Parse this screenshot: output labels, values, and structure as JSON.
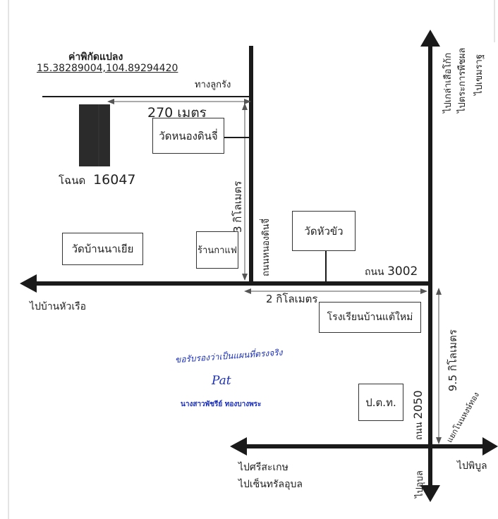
{
  "coords": {
    "label": "ค่าพิกัดแปลง",
    "value": "15.38289004,104.89294420"
  },
  "plot": {
    "label": "โฉนด 16047",
    "label_prefix": "โฉนด",
    "number": "16047"
  },
  "roads": {
    "top_road": "ทางลูกรัง",
    "vertical_road": "ถนนหนองดินจี่",
    "main_road": "ถนน 3002",
    "main_road_prefix": "ถนน",
    "main_road_number": "3002",
    "east_road": "ถนน 2050",
    "east_road_prefix": "ถนน",
    "east_road_number": "2050"
  },
  "distances": {
    "top": "270 เมตร",
    "vertical": "3 กิโลเมตร",
    "main": "2 กิโลเมตร",
    "east": "9.5 กิโลเมตร"
  },
  "places": {
    "wat_nong_din_chi": "วัดหนองดินจี่",
    "coffee_shop": "ร้านกาแฟ",
    "wat_ban_na_ya": "วัดบ้านนาเยีย",
    "wat_hua_khua": "วัดหัวขัว",
    "school": "โรงเรียนบ้านแต้ใหม่",
    "ptt": "ป.ต.ท."
  },
  "directions": {
    "north_1": "ไปเกล่าเสือโก้ก",
    "north_2": "ไปตระการพืชผล",
    "north_3": "ไปเขมราฐ",
    "west": "ไปบ้านหัวเรือ",
    "sw_1": "ไปศรีสะเกษ",
    "sw_2": "ไปเซ็นทรัลอุบล",
    "south": "ไปอุบล",
    "east": "ไปพิบูล",
    "junction": "แยกโนนหงษ์ทอง"
  },
  "certification": {
    "line1": "ขอรับรองว่าเป็นแผนที่ตรงจริง",
    "signature": "Pat",
    "name": "นางสาวพัชรีย์ ทองบางพระ"
  },
  "colors": {
    "ink": "#1a1a1a",
    "road_gray": "#bcbcbc",
    "plot_fill": "#2b2b2b",
    "signature_blue": "#1a2fb8"
  }
}
